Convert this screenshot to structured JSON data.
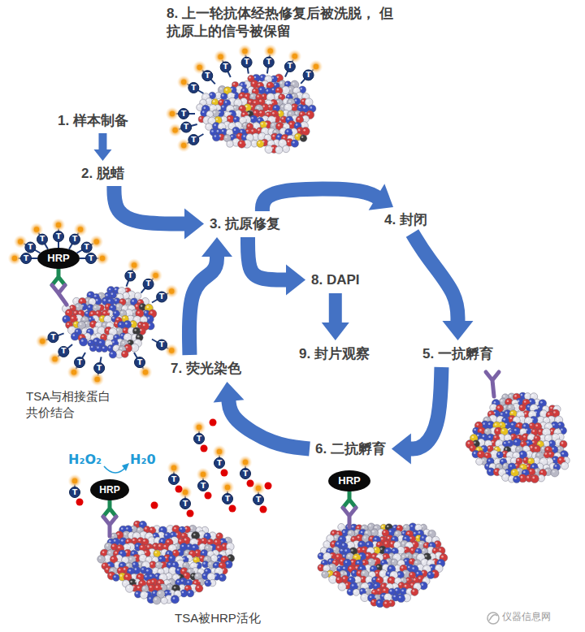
{
  "diagram": {
    "nodes": [
      {
        "text": [
          "1. 样本制备"
        ]
      },
      {
        "text": [
          "2. 脱蜡"
        ]
      },
      {
        "text": [
          "3. 抗原修复"
        ]
      },
      {
        "text": [
          "4. 封闭"
        ]
      },
      {
        "text": [
          "5. 一抗孵育"
        ]
      },
      {
        "text": [
          "6. 二抗孵育"
        ]
      },
      {
        "text": [
          "7. 荧光染色"
        ]
      },
      {
        "text": [
          "8. DAPI"
        ]
      },
      {
        "text": [
          "9. 封片观察"
        ]
      }
    ],
    "edges": [
      {
        "from": 0,
        "to": 1,
        "arrow": "to"
      },
      {
        "from": 1,
        "to": 2,
        "arrow": "to"
      },
      {
        "from": 2,
        "to": 3,
        "arrow": "to"
      },
      {
        "from": 3,
        "to": 4,
        "arrow": "to"
      },
      {
        "from": 4,
        "to": 5,
        "arrow": "to"
      },
      {
        "from": 5,
        "to": 6,
        "arrow": "to"
      },
      {
        "from": 6,
        "to": 2,
        "arrow": "to"
      },
      {
        "from": 2,
        "to": 7,
        "arrow": "to"
      },
      {
        "from": 7,
        "to": 8,
        "arrow": "to"
      }
    ],
    "labels": [
      "8. 上一轮抗体经热修复后被洗脱， 但抗原上的信号被保留",
      "HRP",
      "HRP",
      "HRP",
      "TSA与相接蛋白 共价结合",
      "H₂O₂",
      "H₂0",
      "TSA被HRP活化",
      "仪器信息网",
      "T",
      "T",
      "T",
      "T",
      "T",
      "T",
      "T",
      "T",
      "T",
      "T",
      "T",
      "T",
      "T",
      "T",
      "T",
      "T",
      "T",
      "T",
      "T",
      "T",
      "T",
      "T",
      "T",
      "T",
      "T",
      "T",
      "T",
      "T",
      "T",
      "T",
      "T",
      "T",
      "T",
      "T",
      "T"
    ]
  }
}
